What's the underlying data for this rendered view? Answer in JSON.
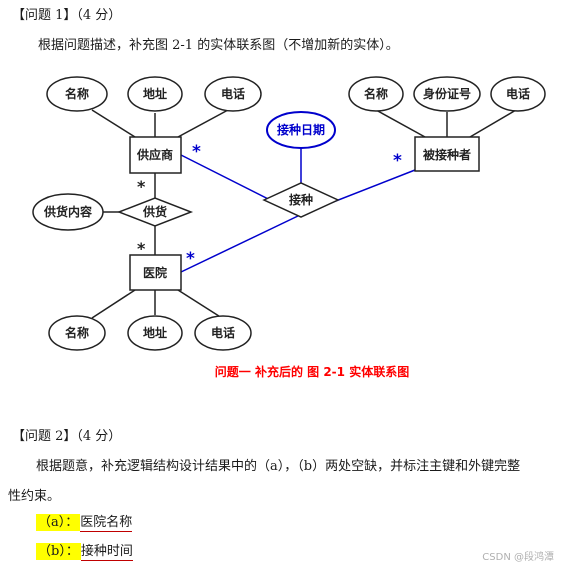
{
  "question1": {
    "title": "【问题 1】（4 分）",
    "description": "根据问题描述，补充图 2-1 的实体联系图（不增加新的实体）。"
  },
  "diagram": {
    "entities": {
      "supplier": "供应商",
      "hospital": "医院",
      "recipient": "被接种者"
    },
    "relationships": {
      "supply": "供货",
      "vaccinate": "接种"
    },
    "attributes": {
      "supplier_name": "名称",
      "supplier_address": "地址",
      "supplier_phone": "电话",
      "supply_content": "供货内容",
      "hospital_name": "名称",
      "hospital_address": "地址",
      "hospital_phone": "电话",
      "recipient_name": "名称",
      "recipient_id": "身份证号",
      "recipient_phone": "电话",
      "vaccination_date": "接种日期"
    },
    "cardinality": {
      "supplier_supply": "*",
      "hospital_supply": "*",
      "supplier_vaccinate": "*",
      "hospital_vaccinate": "*",
      "recipient_vaccinate": "*"
    },
    "caption": "问题一 补充后的 图 2-1  实体联系图",
    "colors": {
      "added": "#0000cc",
      "caption": "#ff0000",
      "line": "#222222"
    }
  },
  "question2": {
    "title": "【问题 2】（4 分）",
    "description_line1": "根据题意，补充逻辑结构设计结果中的（a），（b）两处空缺，并标注主键和外键完整",
    "description_line2": "性约束。",
    "answers": [
      {
        "label": "（a）：",
        "value": "医院名称"
      },
      {
        "label": "（b）：",
        "value": "接种时间"
      }
    ]
  },
  "watermark": "CSDN @段鸿潭"
}
